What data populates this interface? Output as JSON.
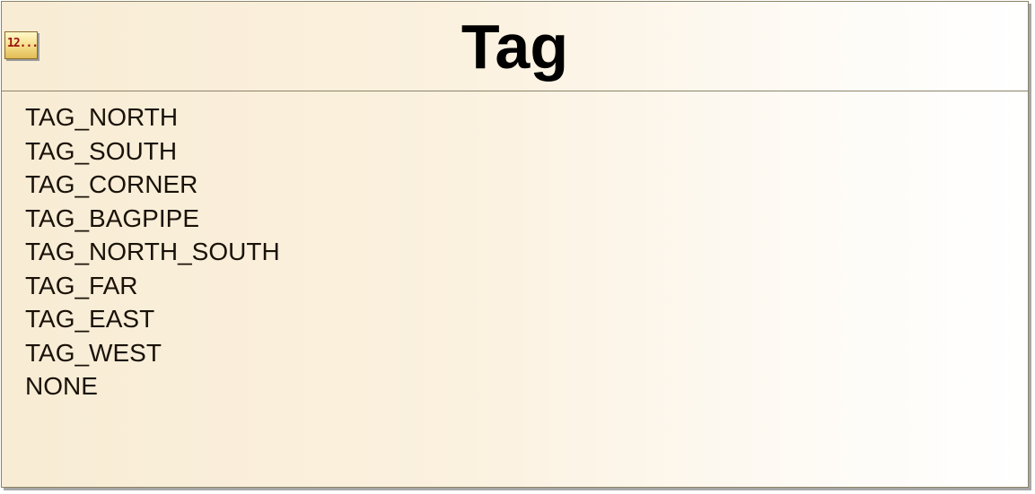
{
  "enumeration": {
    "icon": {
      "name": "enumeration-icon",
      "text": "12..."
    },
    "name": "Tag",
    "literals": [
      "TAG_NORTH",
      "TAG_SOUTH",
      "TAG_CORNER",
      "TAG_BAGPIPE",
      "TAG_NORTH_SOUTH",
      "TAG_FAR",
      "TAG_EAST",
      "TAG_WEST",
      "NONE"
    ]
  },
  "colors": {
    "border": "#8c8468",
    "fill_start": "#f8ecd4",
    "fill_end": "#ffffff",
    "text": "#000000",
    "icon_text": "#9a1010"
  }
}
